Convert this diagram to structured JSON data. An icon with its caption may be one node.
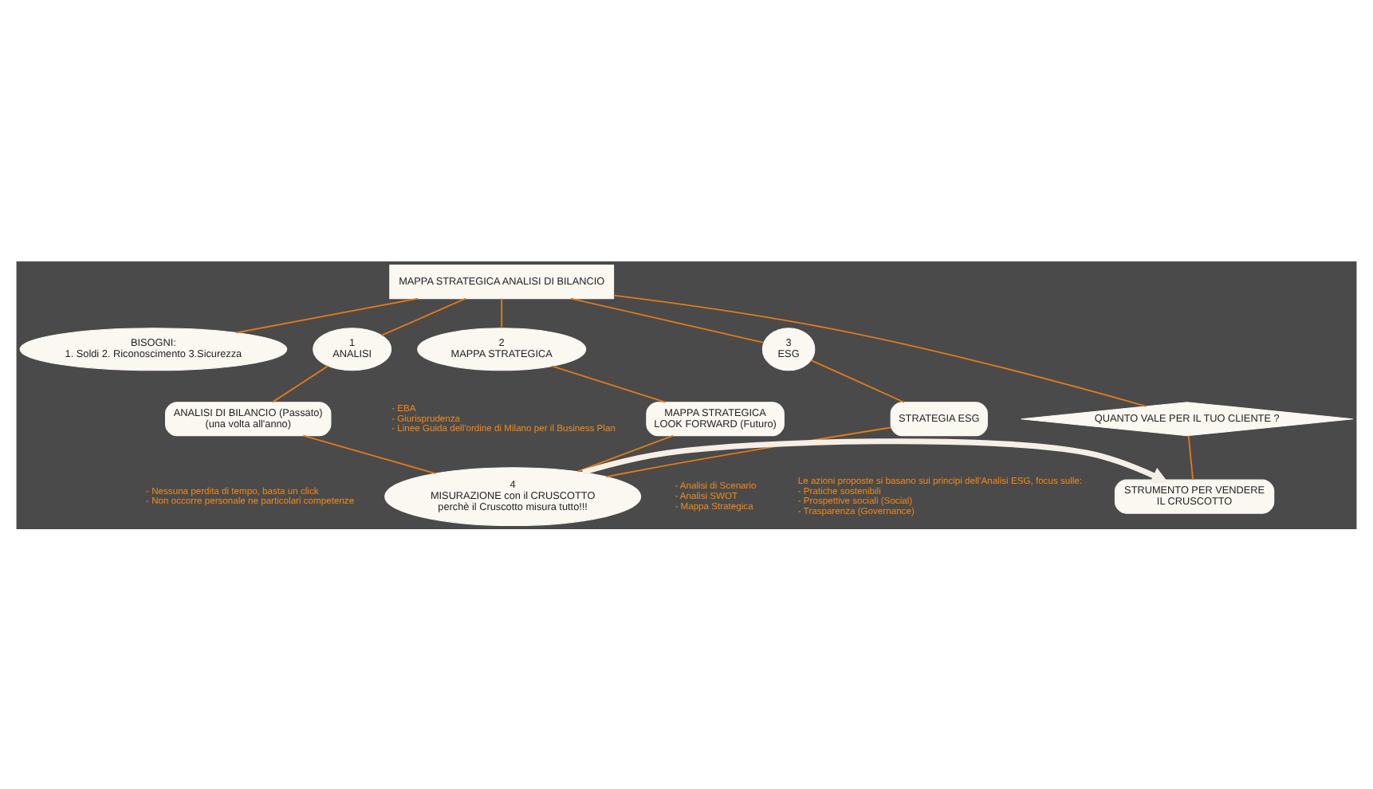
{
  "diagram": {
    "nodes": [
      {
        "text": [
          "MAPPA STRATEGICA ANALISI DI BILANCIO"
        ]
      },
      {
        "text": [
          "BISOGNI:",
          "1. Soldi 2. Riconoscimento 3.Sicurezza"
        ]
      },
      {
        "text": [
          "1",
          "ANALISI"
        ]
      },
      {
        "text": [
          "2",
          "MAPPA STRATEGICA"
        ],
        "beside": [
          "- EBA",
          "- Giurisprudenza",
          "- Linee Guida dell'ordine di Milano per il Business Plan"
        ]
      },
      {
        "text": [
          "3",
          "ESG"
        ]
      },
      {
        "text": [
          "ANALISI DI BILANCIO (Passato)",
          "(una volta all'anno)"
        ],
        "beside": [
          "- Nessuna perdita di tempo, basta un click",
          "- Non occorre personale ne particolari competenze"
        ]
      },
      {
        "text": [
          "MAPPA STRATEGICA",
          "LOOK FORWARD (Futuro)"
        ],
        "beside": [
          "- Analisi di Scenario",
          "- Analisi SWOT",
          "- Mappa Strategica"
        ]
      },
      {
        "text": [
          "STRATEGIA ESG"
        ],
        "beside": [
          "Le azioni proposte si basano sui principi dell'Analisi ESG, focus sulle:",
          "- Pratiche sostenibili",
          "- Prospettive sociali (Social)",
          "- Trasparenza (Governance)"
        ]
      },
      {
        "text": [
          "QUANTO VALE PER IL TUO CLIENTE ?"
        ]
      },
      {
        "text": [
          "4",
          "MISURAZIONE con il CRUSCOTTO",
          "perchè il Cruscotto misura tutto!!!"
        ]
      },
      {
        "text": [
          "STRUMENTO PER VENDERE",
          "IL CRUSCOTTO"
        ]
      }
    ],
    "edges": [
      {
        "from": 0,
        "to": 1,
        "arrow": "none"
      },
      {
        "from": 0,
        "to": 2,
        "arrow": "none"
      },
      {
        "from": 0,
        "to": 3,
        "arrow": "none"
      },
      {
        "from": 0,
        "to": 4,
        "arrow": "none"
      },
      {
        "from": 0,
        "to": 8,
        "arrow": "none"
      },
      {
        "from": 8,
        "to": 10,
        "arrow": "none"
      },
      {
        "from": 2,
        "to": 5,
        "arrow": "none"
      },
      {
        "from": 3,
        "to": 6,
        "arrow": "none"
      },
      {
        "from": 4,
        "to": 7,
        "arrow": "none"
      },
      {
        "from": 5,
        "to": 9,
        "arrow": "none"
      },
      {
        "from": 6,
        "to": 9,
        "arrow": "none"
      },
      {
        "from": 7,
        "to": 9,
        "arrow": "none"
      },
      {
        "from": 9,
        "to": 10,
        "arrow": "to",
        "style": "thick",
        "color": "#f5efe6"
      }
    ]
  }
}
